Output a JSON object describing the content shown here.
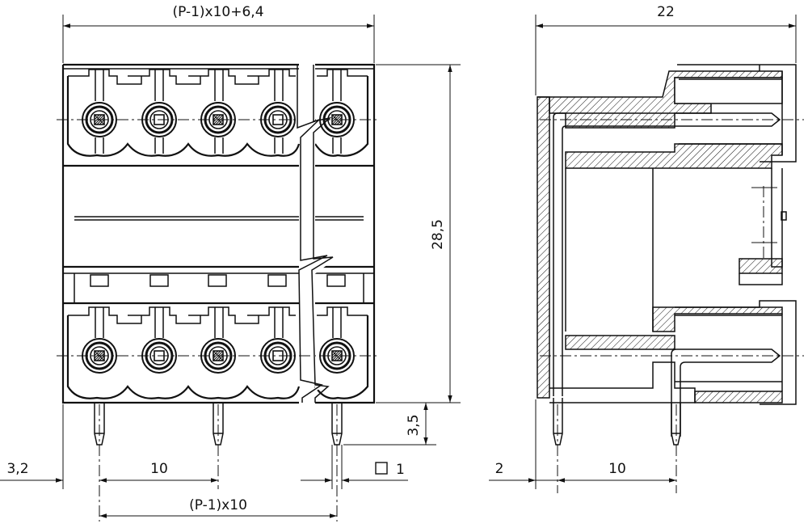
{
  "dimensions": {
    "overall_width": "(P-1)x10+6,4",
    "side_width": "22",
    "height": "28,5",
    "pin_length": "3,5",
    "edge_offset": "3,2",
    "pitch": "10",
    "pin_span": "(P-1)x10",
    "pin_square": "1",
    "side_edge": "2",
    "side_pitch": "10"
  }
}
